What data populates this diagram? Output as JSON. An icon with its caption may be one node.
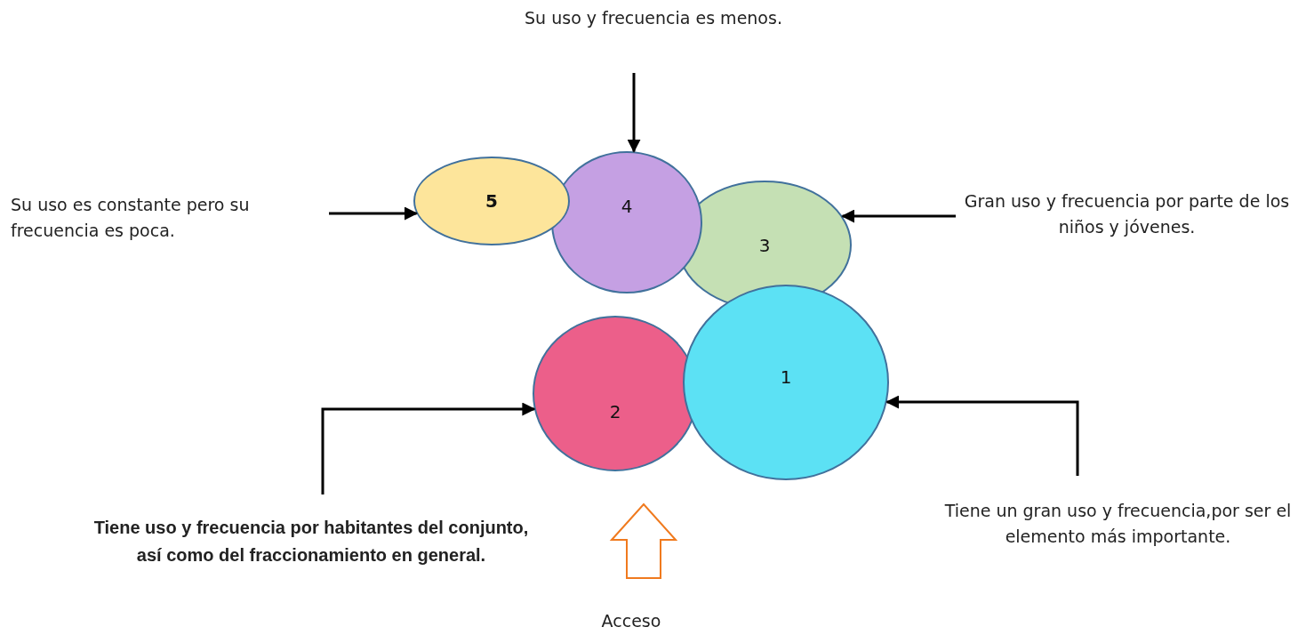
{
  "diagram": {
    "nodes": [
      {
        "text": [
          "Su uso y frecuencia es menos."
        ]
      },
      {
        "text": [
          "Su uso es constante pero su frecuencia es poca."
        ]
      },
      {
        "text": [
          "5"
        ]
      },
      {
        "text": [
          "4"
        ]
      },
      {
        "text": [
          "3"
        ]
      },
      {
        "text": [
          "Gran uso y frecuencia por parte de los niños y jóvenes."
        ]
      },
      {
        "text": [
          "2"
        ]
      },
      {
        "text": [
          "1"
        ]
      },
      {
        "text": [
          "Tiene uso y frecuencia por habitantes del conjunto, así como del fraccionamiento en general."
        ]
      },
      {
        "text": [
          "Tiene un gran uso y frecuencia,por ser el elemento más importante."
        ]
      }
    ],
    "edges": [
      {
        "from": 0,
        "to": 3,
        "arrow": "to"
      },
      {
        "from": 1,
        "to": 2,
        "arrow": "to"
      },
      {
        "from": 5,
        "to": 4,
        "arrow": "to"
      },
      {
        "from": 8,
        "to": 6,
        "arrow": "to"
      },
      {
        "from": 9,
        "to": 7,
        "arrow": "to"
      }
    ],
    "labels": [
      "Acceso"
    ]
  }
}
